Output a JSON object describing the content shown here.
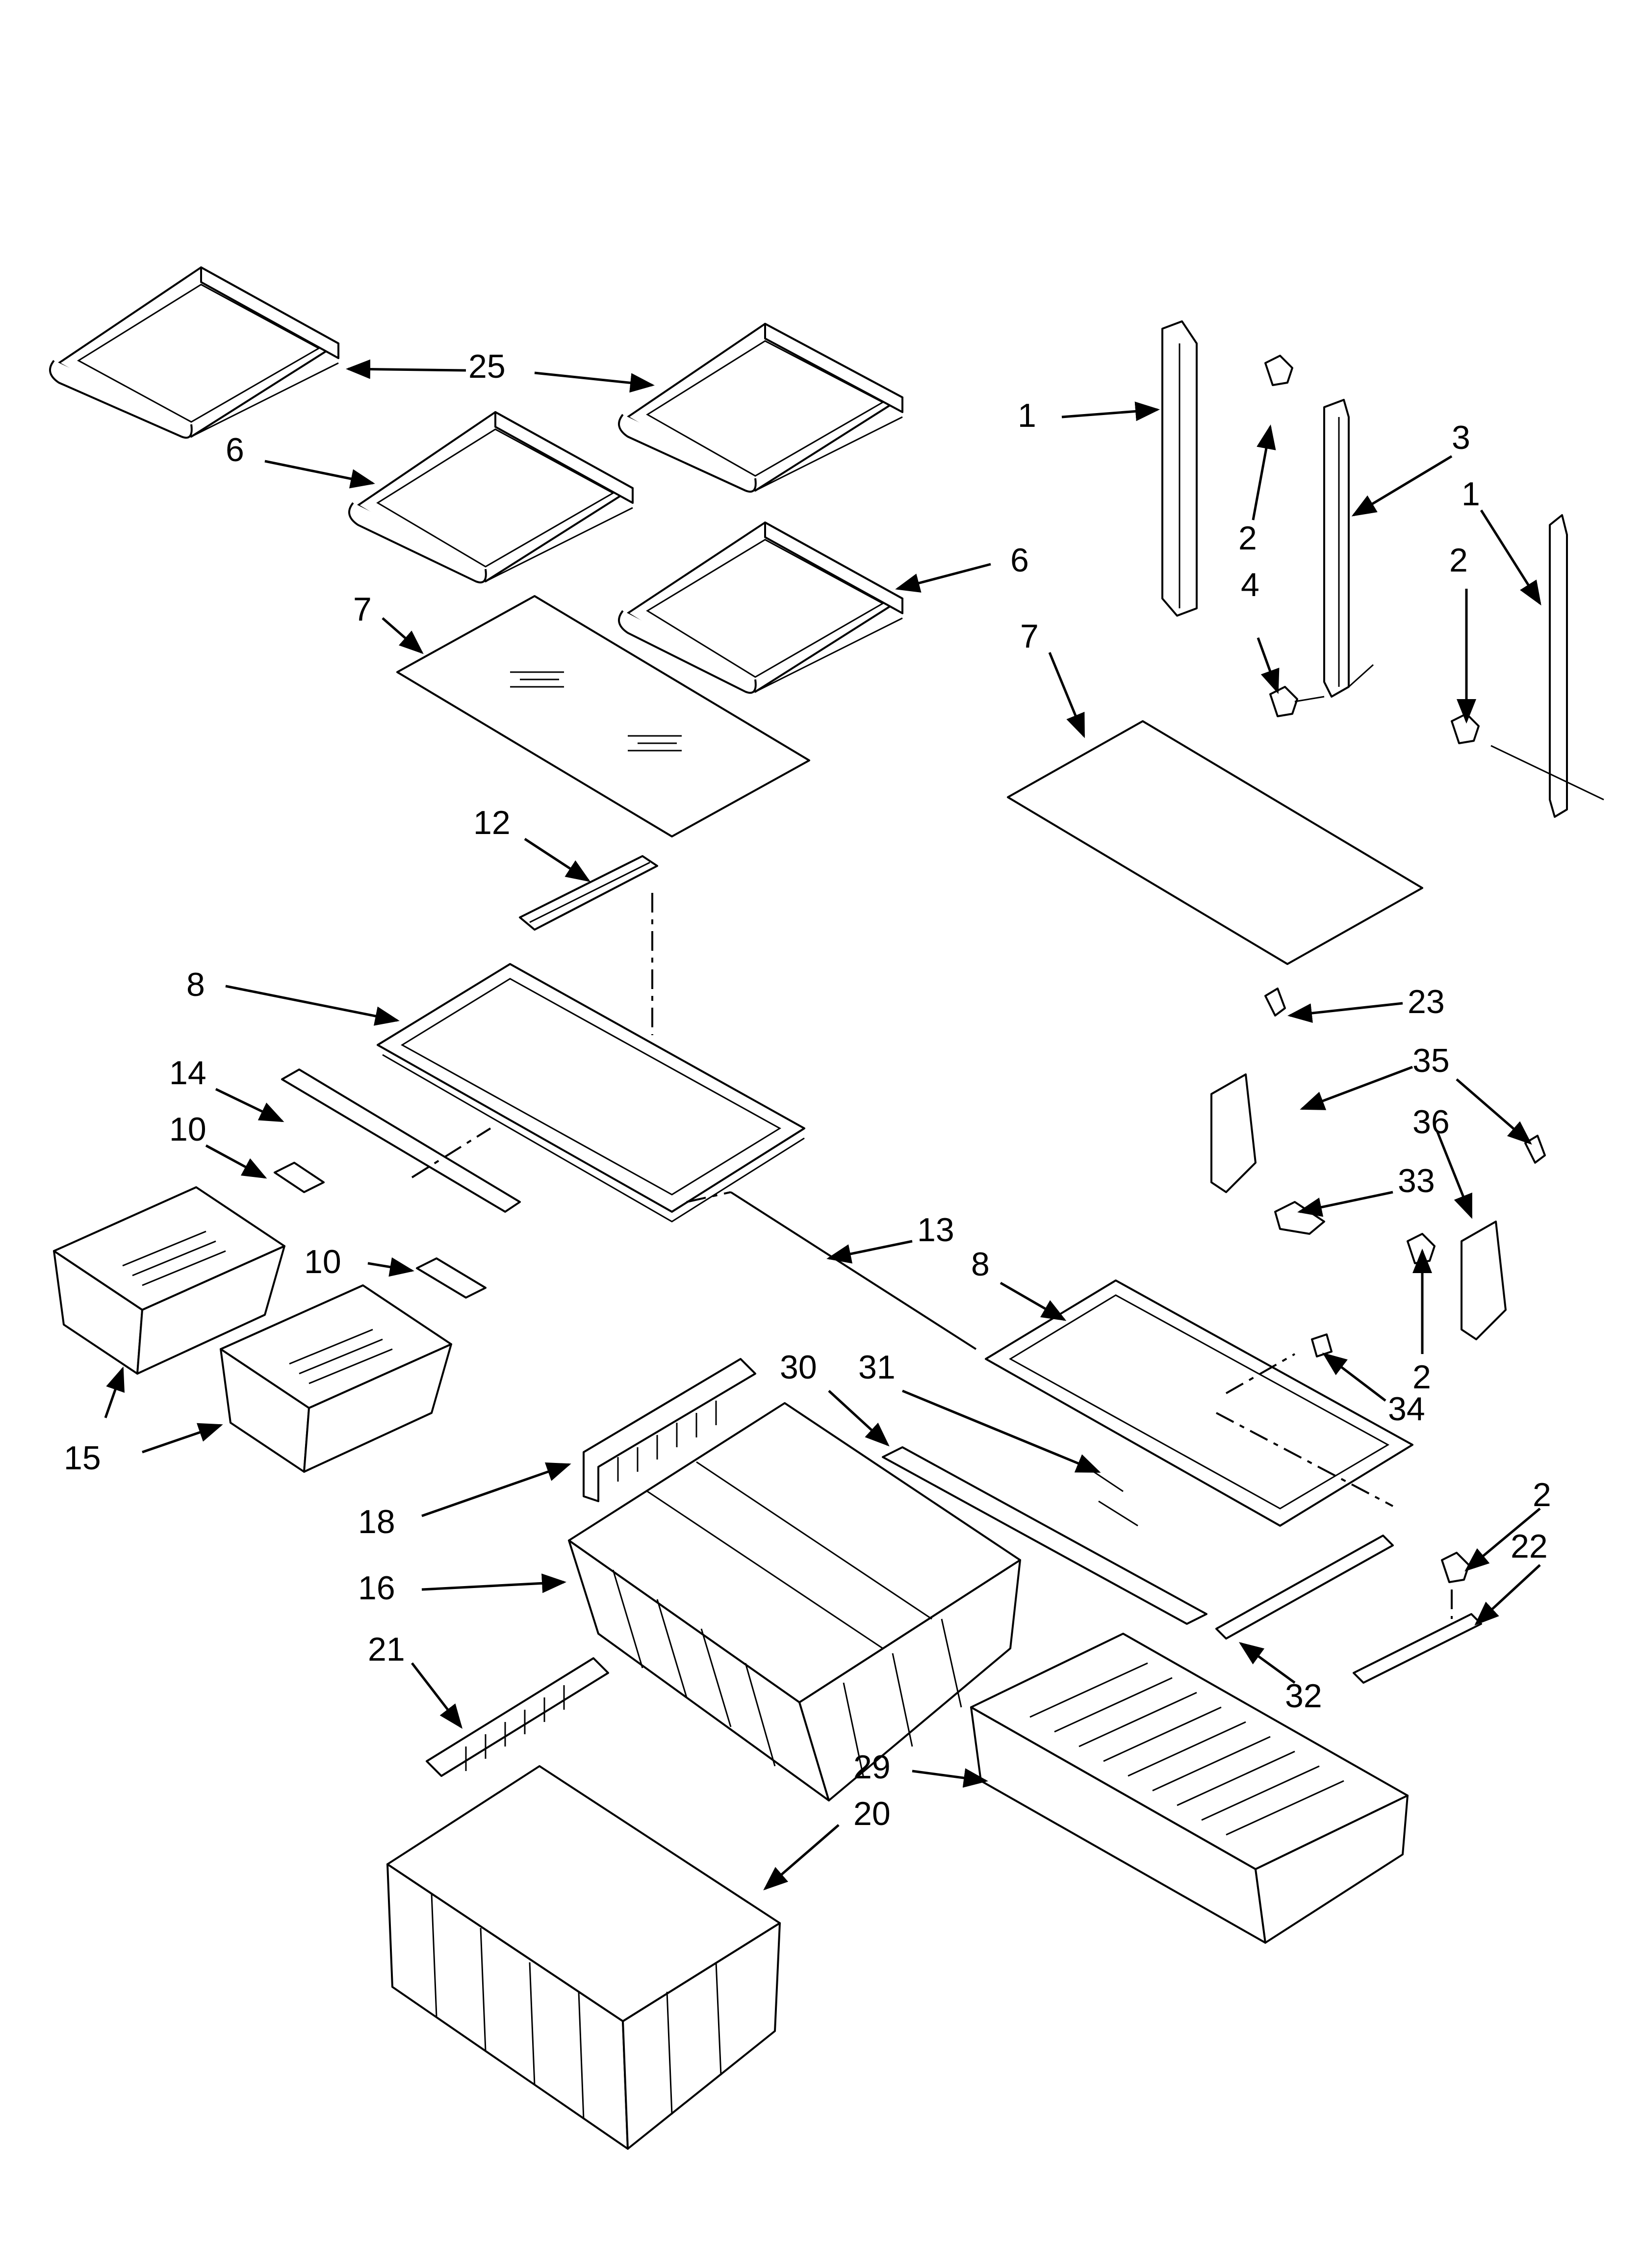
{
  "diagram": {
    "callouts": [
      {
        "id": "c25",
        "label": "25"
      },
      {
        "id": "c6a",
        "label": "6"
      },
      {
        "id": "c6b",
        "label": "6"
      },
      {
        "id": "c7a",
        "label": "7"
      },
      {
        "id": "c7b",
        "label": "7"
      },
      {
        "id": "c1a",
        "label": "1"
      },
      {
        "id": "c1b",
        "label": "1"
      },
      {
        "id": "c2a",
        "label": "2"
      },
      {
        "id": "c2b",
        "label": "2"
      },
      {
        "id": "c2c",
        "label": "2"
      },
      {
        "id": "c2d",
        "label": "2"
      },
      {
        "id": "c3",
        "label": "3"
      },
      {
        "id": "c4",
        "label": "4"
      },
      {
        "id": "c12",
        "label": "12"
      },
      {
        "id": "c8a",
        "label": "8"
      },
      {
        "id": "c8b",
        "label": "8"
      },
      {
        "id": "c14",
        "label": "14"
      },
      {
        "id": "c10a",
        "label": "10"
      },
      {
        "id": "c10b",
        "label": "10"
      },
      {
        "id": "c15",
        "label": "15"
      },
      {
        "id": "c13",
        "label": "13"
      },
      {
        "id": "c23",
        "label": "23"
      },
      {
        "id": "c35",
        "label": "35"
      },
      {
        "id": "c36",
        "label": "36"
      },
      {
        "id": "c33",
        "label": "33"
      },
      {
        "id": "c34",
        "label": "34"
      },
      {
        "id": "c30",
        "label": "30"
      },
      {
        "id": "c31",
        "label": "31"
      },
      {
        "id": "c18",
        "label": "18"
      },
      {
        "id": "c16",
        "label": "16"
      },
      {
        "id": "c21",
        "label": "21"
      },
      {
        "id": "c22",
        "label": "22"
      },
      {
        "id": "c32",
        "label": "32"
      },
      {
        "id": "c29",
        "label": "29"
      },
      {
        "id": "c20",
        "label": "20"
      }
    ]
  }
}
